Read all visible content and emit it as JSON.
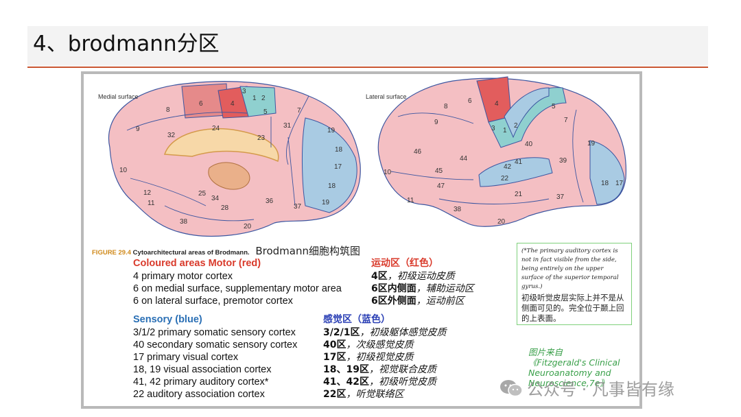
{
  "title": "4、brodmann分区",
  "figure": {
    "medial_label": "Medial surface",
    "lateral_label": "Lateral surface",
    "medial_areas": [
      "3",
      "1",
      "2",
      "4",
      "6",
      "8",
      "9",
      "32",
      "24",
      "5",
      "7",
      "31",
      "23",
      "19",
      "18",
      "17",
      "10",
      "12",
      "11",
      "25",
      "34",
      "28",
      "36",
      "37",
      "38",
      "20",
      "18",
      "19"
    ],
    "lateral_areas": [
      "8",
      "6",
      "4",
      "5",
      "3",
      "1",
      "2",
      "9",
      "7",
      "46",
      "44",
      "45",
      "47",
      "10",
      "40",
      "41",
      "42",
      "22",
      "39",
      "19",
      "18",
      "17",
      "21",
      "37",
      "38",
      "11",
      "20"
    ],
    "caption_number": "FIGURE 29.4",
    "caption_text": "Cytoarchitectural areas of Brodmann.",
    "caption_cn": "Brodmann细胞构筑图"
  },
  "motor": {
    "heading_en": "Coloured areas Motor (red)",
    "heading_cn": "运动区（红色）",
    "rows": [
      {
        "en": "4  primary motor cortex",
        "cn_bold": "4区",
        "cn_rest": "，初级运动皮质"
      },
      {
        "en": "6  on medial surface, supplementary motor area",
        "cn_bold": "6区内侧面",
        "cn_rest": "，辅助运动区"
      },
      {
        "en": "6  on lateral surface, premotor cortex",
        "cn_bold": "6区外侧面",
        "cn_rest": "，运动前区"
      }
    ]
  },
  "sensory": {
    "heading_en": "Sensory (blue)",
    "heading_cn": "感觉区（蓝色）",
    "rows": [
      {
        "en": "3/1/2  primary somatic sensory cortex",
        "cn_bold": "3/2/1区",
        "cn_rest": "，初级躯体感觉皮质"
      },
      {
        "en": "40  secondary somatic sensory cortex",
        "cn_bold": "40区",
        "cn_rest": "，次级感觉皮质"
      },
      {
        "en": "17  primary visual cortex",
        "cn_bold": "17区",
        "cn_rest": "，初级视觉皮质"
      },
      {
        "en": "18, 19  visual association cortex",
        "cn_bold": "18、19区",
        "cn_rest": "，视觉联合皮质"
      },
      {
        "en": "41, 42  primary auditory cortex*",
        "cn_bold": "41、42区",
        "cn_rest": "，初级听觉皮质"
      },
      {
        "en": "22  auditory association cortex",
        "cn_bold": "22区",
        "cn_rest": "，听觉联络区"
      }
    ]
  },
  "note": {
    "en": "(*The primary auditory cortex is not in fact visible from the side, being entirely on the upper surface of the superior temporal gyrus.)",
    "cn": "初级听觉皮层实际上并不是从侧面可见的。完全位于颞上回的上表面。"
  },
  "source": {
    "line1": "图片来自",
    "line2": "《Fitzgerald's  Clinical",
    "line3": "Neuroanatomy     and",
    "line4": "Neuroscience,7e》"
  },
  "watermark": "公众号 · 凡事皆有缘",
  "colors": {
    "accent_rule": "#c9542f",
    "motor_red": "#d93a2b",
    "sensory_blue": "#2a6fb5",
    "note_border": "#7ed07a",
    "source_green": "#3aa04a"
  }
}
